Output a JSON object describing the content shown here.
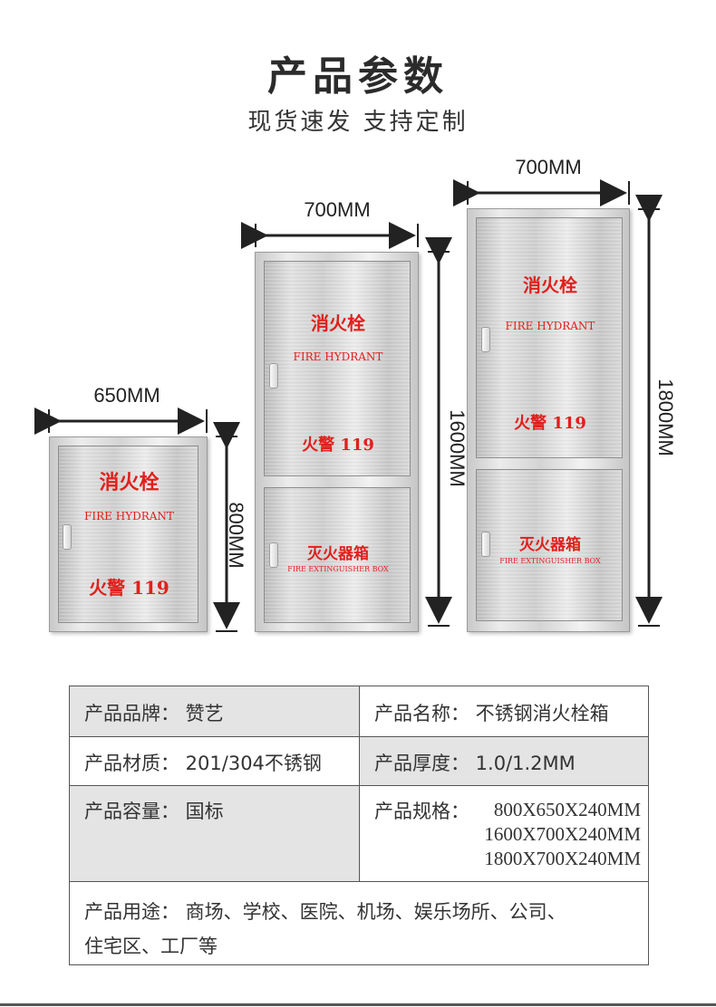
{
  "header": {
    "title": "产品参数",
    "subtitle": "现货速发 支持定制"
  },
  "cabinets": [
    {
      "width_label": "650MM",
      "height_label": "800MM",
      "top_door": {
        "title": "消火栓",
        "english": "FIRE HYDRANT",
        "phone": "火警 119"
      }
    },
    {
      "width_label": "700MM",
      "height_label": "1600MM",
      "top_door": {
        "title": "消火栓",
        "english": "FIRE HYDRANT",
        "phone": "火警 119"
      },
      "bottom_door": {
        "title": "灭火器箱",
        "english": "FIRE EXTINGUISHER BOX"
      }
    },
    {
      "width_label": "700MM",
      "height_label": "1800MM",
      "top_door": {
        "title": "消火栓",
        "english": "FIRE HYDRANT",
        "phone": "火警 119"
      },
      "bottom_door": {
        "title": "灭火器箱",
        "english": "FIRE EXTINGUISHER BOX"
      }
    }
  ],
  "spec_table": {
    "brand": "产品品牌：  赞艺",
    "name": "产品名称：  不锈钢消火栓箱",
    "material": "产品材质：  201/304不锈钢",
    "thickness": "产品厚度：  1.0/1.2MM",
    "capacity": "产品容量：  国标",
    "size_label": "产品规格：",
    "sizes": [
      "800X650X240MM",
      "1600X700X240MM",
      "1800X700X240MM"
    ],
    "usage_line1": "产品用途：  商场、学校、医院、机场、娱乐场所、公司、",
    "usage_line2": "住宅区、工厂等"
  },
  "colors": {
    "sign_red": "#e0201c",
    "table_gray": "#e4e4e4"
  }
}
